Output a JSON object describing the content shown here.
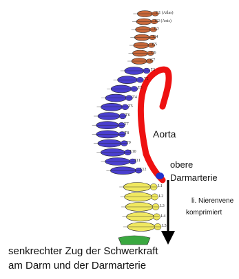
{
  "figure": {
    "colors": {
      "cervical": "#c8683a",
      "thoracic": "#4a3fcf",
      "lumbar": "#f0e860",
      "sacrum": "#3aa840",
      "aorta": "#ee1111",
      "artery": "#2233cc",
      "arrow": "#000000"
    },
    "cervical_vertebra_labels": [
      "C1 (Atlas)",
      "C2 (Axis)",
      "C3",
      "C4",
      "C5",
      "C6",
      "C7"
    ],
    "thoracic_vertebra_labels": [
      "T1",
      "T2",
      "T3",
      "T4",
      "T5",
      "T6",
      "T7",
      "T8",
      "T9",
      "T10",
      "T11",
      "T12"
    ],
    "lumbar_vertebra_labels": [
      "L1",
      "L2",
      "L3",
      "L4",
      "L5"
    ],
    "aorta_label": "Aorta",
    "sma_label_line1": "obere",
    "sma_label_line2": "Darmarterie",
    "renal_vein_line1": "li. Nierenvene",
    "renal_vein_line2": "komprimiert",
    "caption_line1": "senkrechter Zug der Schwerkraft",
    "caption_line2": "am Darm und der Darmarterie"
  }
}
